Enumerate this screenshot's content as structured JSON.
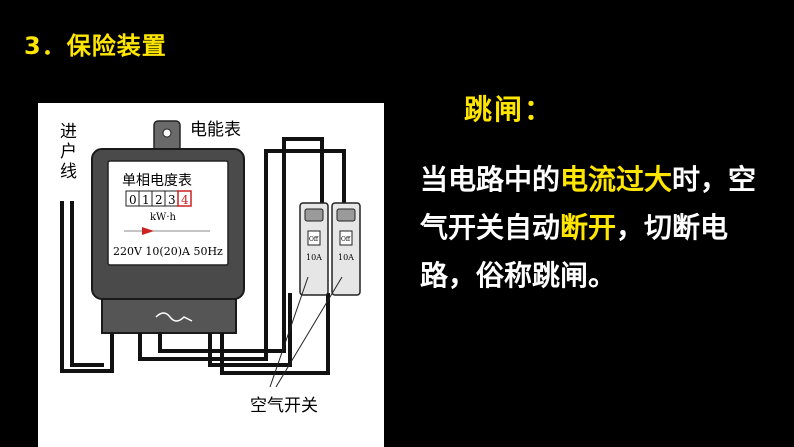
{
  "slide": {
    "title": "3．保险装置",
    "term": "跳闸：",
    "explanation": {
      "part1": "当电路中的",
      "highlight1": "电流过大",
      "part2": "时，空气开关自动",
      "highlight2": "断开",
      "part3": "，切断电路，俗称跳闸。"
    }
  },
  "figure": {
    "label_incoming_line": [
      "进",
      "户",
      "线"
    ],
    "label_meter": "电能表",
    "meter_face_title": "单相电度表",
    "meter_digits": [
      "0",
      "1",
      "2",
      "3",
      "4"
    ],
    "meter_unit": "kW·h",
    "meter_rating": "220V 10(20)A 50Hz",
    "switch_state": "Off",
    "switch_rating": "10A",
    "label_air_switch": "空气开关"
  },
  "colors": {
    "highlight": "#ffe600",
    "text": "#ffffff",
    "background": "#000000",
    "meter_body": "#4a4a4a",
    "meter_face": "#ffffff",
    "digit_red": "#cc2222"
  }
}
